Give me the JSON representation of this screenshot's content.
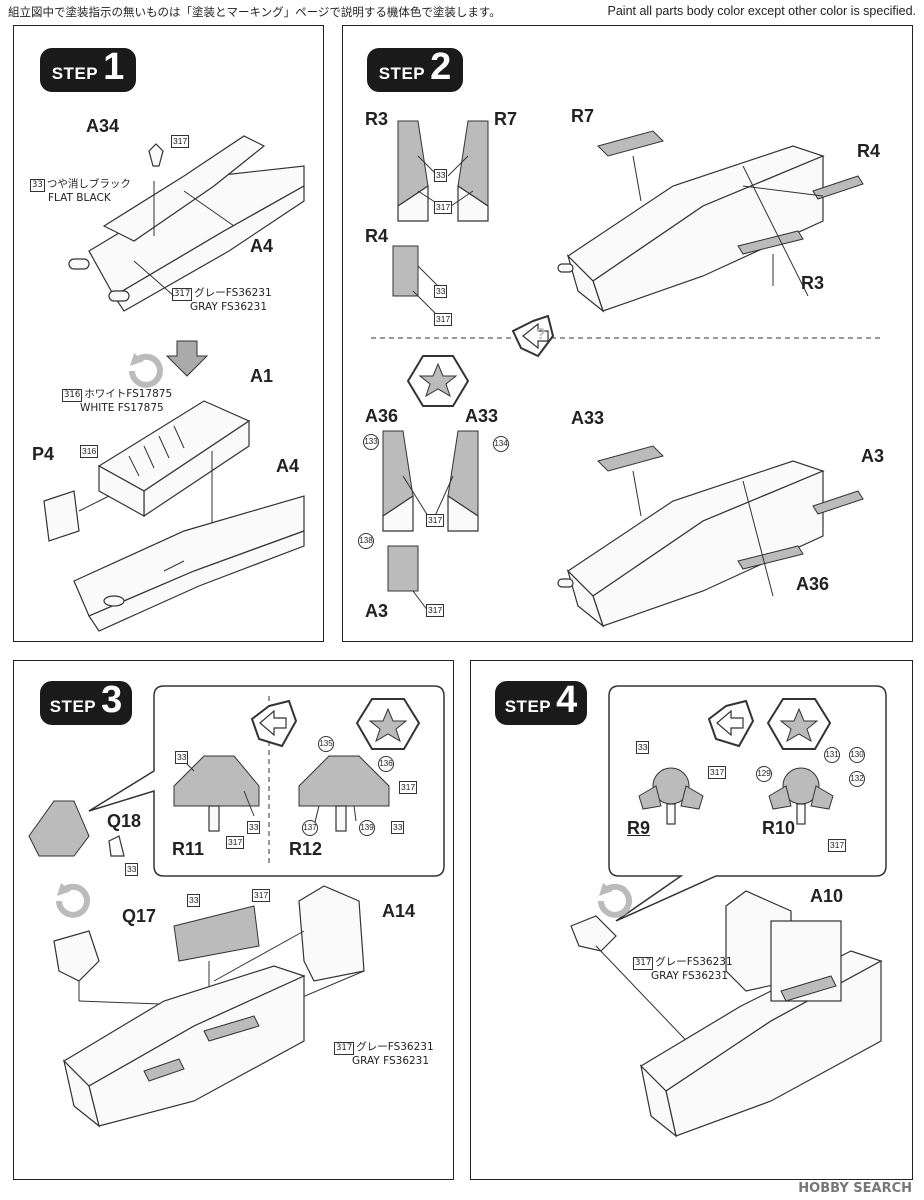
{
  "header": {
    "jp_note": "組立図中で塗装指示の無いものは「塗装とマーキング」ページで説明する機体色で塗装します。",
    "en_note": "Paint all parts body color except other color is specified."
  },
  "steps": {
    "s1": {
      "word": "STEP",
      "num": "1"
    },
    "s2": {
      "word": "STEP",
      "num": "2"
    },
    "s3": {
      "word": "STEP",
      "num": "3"
    },
    "s4": {
      "word": "STEP",
      "num": "4"
    }
  },
  "parts": {
    "A34": "A34",
    "A4": "A4",
    "A1": "A1",
    "P4": "P4",
    "A4b": "A4",
    "R3": "R3",
    "R7": "R7",
    "R4": "R4",
    "R7b": "R7",
    "R4b": "R4",
    "R3b": "R3",
    "A36": "A36",
    "A33": "A33",
    "A3": "A3",
    "A33b": "A33",
    "A3b": "A3",
    "A36b": "A36",
    "Q18": "Q18",
    "R11": "R11",
    "R12": "R12",
    "Q17": "Q17",
    "A14": "A14",
    "R9": "R9",
    "R10": "R10",
    "A10": "A10"
  },
  "colors": {
    "c33": {
      "code": "33",
      "jp": "つや消しブラック",
      "en": "FLAT BLACK"
    },
    "c317": {
      "code": "317",
      "jp": "グレーFS36231",
      "en": "GRAY FS36231"
    },
    "c316": {
      "code": "316",
      "jp": "ホワイトFS17875",
      "en": "WHITE FS17875"
    }
  },
  "codes": {
    "k33": "33",
    "k317": "317",
    "k133": "133",
    "k134": "134",
    "k138": "138",
    "k135": "135",
    "k136": "136",
    "k137": "137",
    "k139": "139",
    "k129": "129",
    "k130": "130",
    "k131": "131",
    "k132": "132"
  },
  "icons": {
    "rotate": "rotate-icon",
    "arrow": "down-arrow-icon",
    "choice": "choice-icon",
    "star": "star-icon"
  },
  "footer": "HOBBY SEARCH"
}
